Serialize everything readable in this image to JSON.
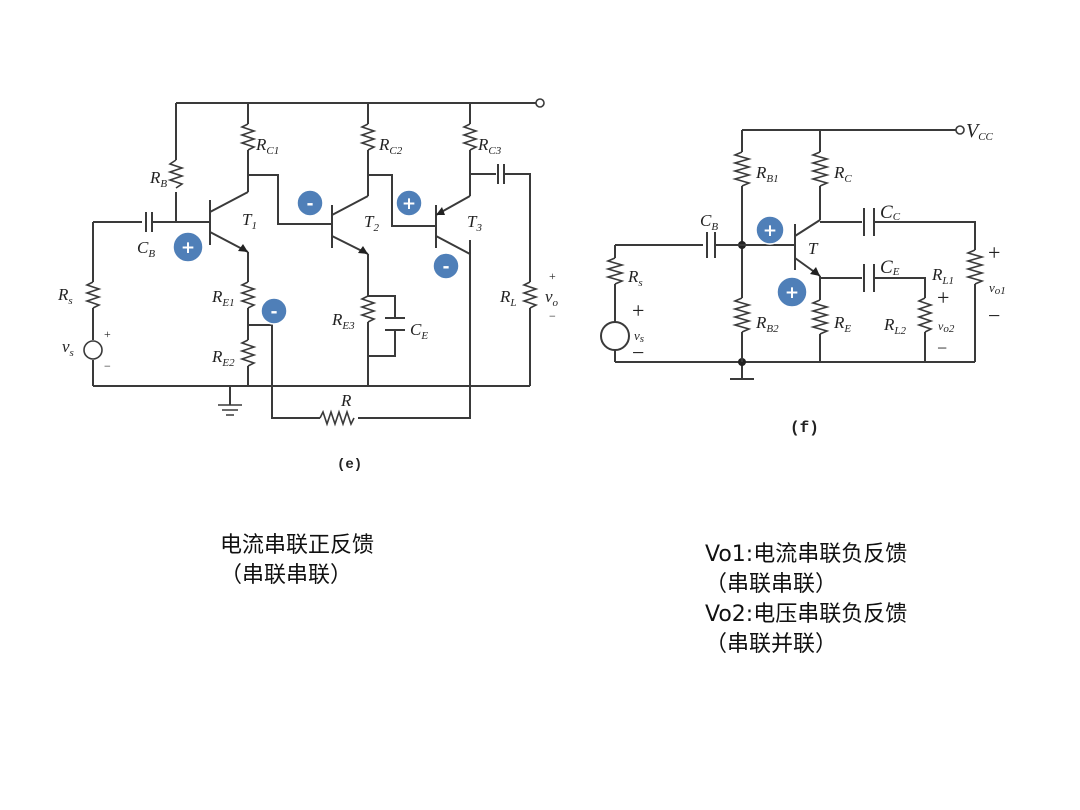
{
  "diagram_e": {
    "caption": "(e)",
    "labels": {
      "rb": "R",
      "rb_sub": "B",
      "rc1": "R",
      "rc1_sub": "C1",
      "rc2": "R",
      "rc2_sub": "C2",
      "rc3": "R",
      "rc3_sub": "C3",
      "t1": "T",
      "t1_sub": "1",
      "t2": "T",
      "t2_sub": "2",
      "t3": "T",
      "t3_sub": "3",
      "cb": "C",
      "cb_sub": "B",
      "rs": "R",
      "rs_sub": "s",
      "vs": "v",
      "vs_sub": "s",
      "re1": "R",
      "re1_sub": "E1",
      "re2": "R",
      "re2_sub": "E2",
      "re3": "R",
      "re3_sub": "E3",
      "ce": "C",
      "ce_sub": "E",
      "rl": "R",
      "rl_sub": "L",
      "vo": "v",
      "vo_sub": "o",
      "r": "R",
      "plus": "+",
      "minus": "−"
    },
    "badges": [
      "-",
      "+",
      "+",
      "-",
      "-"
    ]
  },
  "diagram_f": {
    "caption": "(f)",
    "labels": {
      "vcc": "V",
      "vcc_sub": "CC",
      "rb1": "R",
      "rb1_sub": "B1",
      "rc": "R",
      "rc_sub": "C",
      "cc": "C",
      "cc_sub": "C",
      "cb": "C",
      "cb_sub": "B",
      "t": "T",
      "ce": "C",
      "ce_sub": "E",
      "rl1": "R",
      "rl1_sub": "L1",
      "vo1": "v",
      "vo1_sub": "o1",
      "rs": "R",
      "rs_sub": "s",
      "vs": "v",
      "vs_sub": "s",
      "rb2": "R",
      "rb2_sub": "B2",
      "re": "R",
      "re_sub": "E",
      "rl2": "R",
      "rl2_sub": "L2",
      "vo2": "v",
      "vo2_sub": "o2",
      "plus": "+",
      "minus": "−"
    },
    "badges": [
      "+",
      "+"
    ]
  },
  "notes": {
    "left_line1": "电流串联正反馈",
    "left_line2": "（串联串联）",
    "right_line1": "Vo1:电流串联负反馈",
    "right_line2": "（串联串联）",
    "right_line3": "Vo2:电压串联负反馈",
    "right_line4": "（串联并联）"
  },
  "colors": {
    "badge": "#4f7fb8",
    "badge_border": "#ffffff",
    "wire": "#3a3a3a"
  }
}
